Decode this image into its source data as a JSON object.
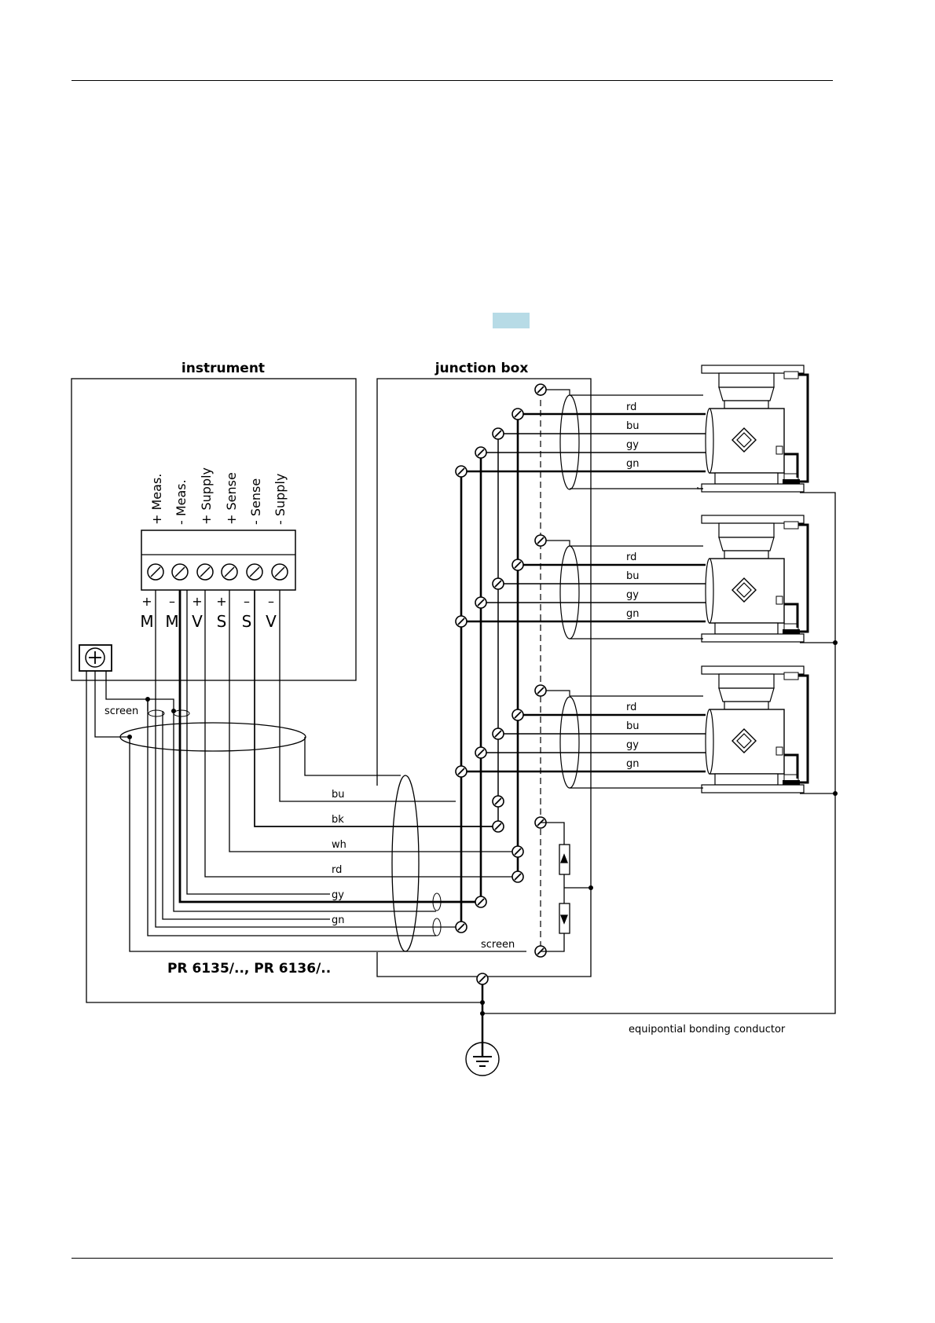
{
  "colors": {
    "highlight": "#b7dbe6",
    "line": "#000000"
  },
  "titles": {
    "instrument": "instrument",
    "junction_box": "junction box"
  },
  "terminals": [
    {
      "label": "+ Meas.",
      "sign": "+",
      "letter": "M"
    },
    {
      "label": "- Meas.",
      "sign": "–",
      "letter": "M"
    },
    {
      "label": "+ Supply",
      "sign": "+",
      "letter": "V"
    },
    {
      "label": "+ Sense",
      "sign": "+",
      "letter": "S"
    },
    {
      "label": "- Sense",
      "sign": "–",
      "letter": "S"
    },
    {
      "label": "- Supply",
      "sign": "–",
      "letter": "V"
    }
  ],
  "cable_labels": {
    "screen_instrument": "screen",
    "screen_junction": "screen",
    "wires": [
      "bu",
      "bk",
      "wh",
      "rd",
      "gy",
      "gn"
    ],
    "model": "PR 6135/.., PR 6136/.."
  },
  "load_cells": [
    {
      "wires": [
        "rd",
        "bu",
        "gy",
        "gn"
      ]
    },
    {
      "wires": [
        "rd",
        "bu",
        "gy",
        "gn"
      ]
    },
    {
      "wires": [
        "rd",
        "bu",
        "gy",
        "gn"
      ]
    }
  ],
  "bonding": {
    "label": "equipontial bonding conductor"
  },
  "icons": [
    "ground-terminal-icon",
    "earth-ground-icon",
    "strain-gauge-bridge-icon",
    "surge-arrester-icon",
    "terminal-screw-icon"
  ]
}
